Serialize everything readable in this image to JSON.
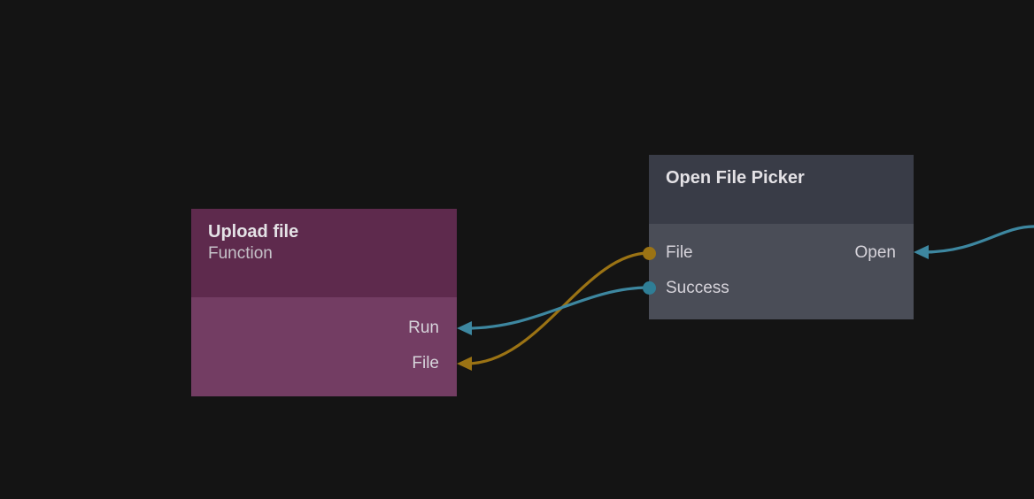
{
  "canvas": {
    "background": "#141414",
    "label": "node-graph-canvas"
  },
  "palette": {
    "function_node_header": "#5E2A4D",
    "function_node_body": "#733D63",
    "plain_node_header": "#393C47",
    "plain_node_body": "#4A4D57",
    "edge_teal": "#3D87A0",
    "edge_gold": "#9B7314",
    "port_teal": "#2F7E96",
    "port_gold": "#9B7314",
    "text_primary": "#E4E2E6",
    "text_secondary": "#C6C2C9"
  },
  "nodes": [
    {
      "id": "upload-file",
      "title": "Upload file",
      "subtitle": "Function",
      "inputs": [],
      "outputs": [
        {
          "name": "Run",
          "type": "exec",
          "color": "#3D87A0"
        },
        {
          "name": "File",
          "type": "file",
          "color": "#9B7314"
        }
      ]
    },
    {
      "id": "open-file-picker",
      "title": "Open File Picker",
      "subtitle": "",
      "outputs": [
        {
          "name": "File",
          "type": "file",
          "color": "#9B7314"
        },
        {
          "name": "Success",
          "type": "exec",
          "color": "#2F7E96"
        }
      ],
      "inputs": [
        {
          "name": "Open",
          "type": "exec",
          "color": "#3D87A0"
        }
      ]
    }
  ],
  "edges": [
    {
      "id": "edge-file",
      "from": "open-file-picker.File",
      "to": "upload-file.File",
      "color": "#9B7314"
    },
    {
      "id": "edge-success",
      "from": "open-file-picker.Success",
      "to": "upload-file.Run",
      "color": "#3D87A0"
    },
    {
      "id": "edge-open",
      "from": "offscreen-right",
      "to": "open-file-picker.Open",
      "color": "#3D87A0"
    }
  ]
}
